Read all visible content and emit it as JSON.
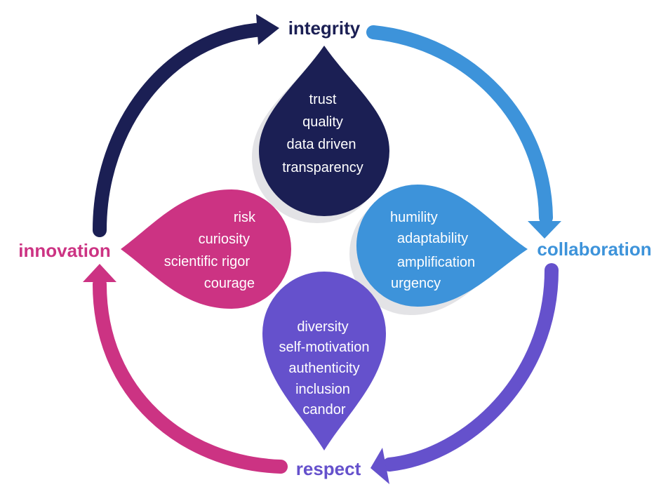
{
  "colors": {
    "integrity": "#1b1f54",
    "collaboration": "#3d93da",
    "respect": "#6551cc",
    "innovation": "#cc3383"
  },
  "values": {
    "integrity": {
      "label": "integrity",
      "items": [
        "trust",
        "quality",
        "data driven",
        "transparency"
      ]
    },
    "collaboration": {
      "label": "collaboration",
      "items": [
        "humility",
        "adaptability",
        "amplification",
        "urgency"
      ]
    },
    "respect": {
      "label": "respect",
      "items": [
        "diversity",
        "self-motivation",
        "authenticity",
        "inclusion",
        "candor"
      ]
    },
    "innovation": {
      "label": "innovation",
      "items": [
        "risk",
        "curiosity",
        "scientific rigor",
        "courage"
      ]
    }
  }
}
